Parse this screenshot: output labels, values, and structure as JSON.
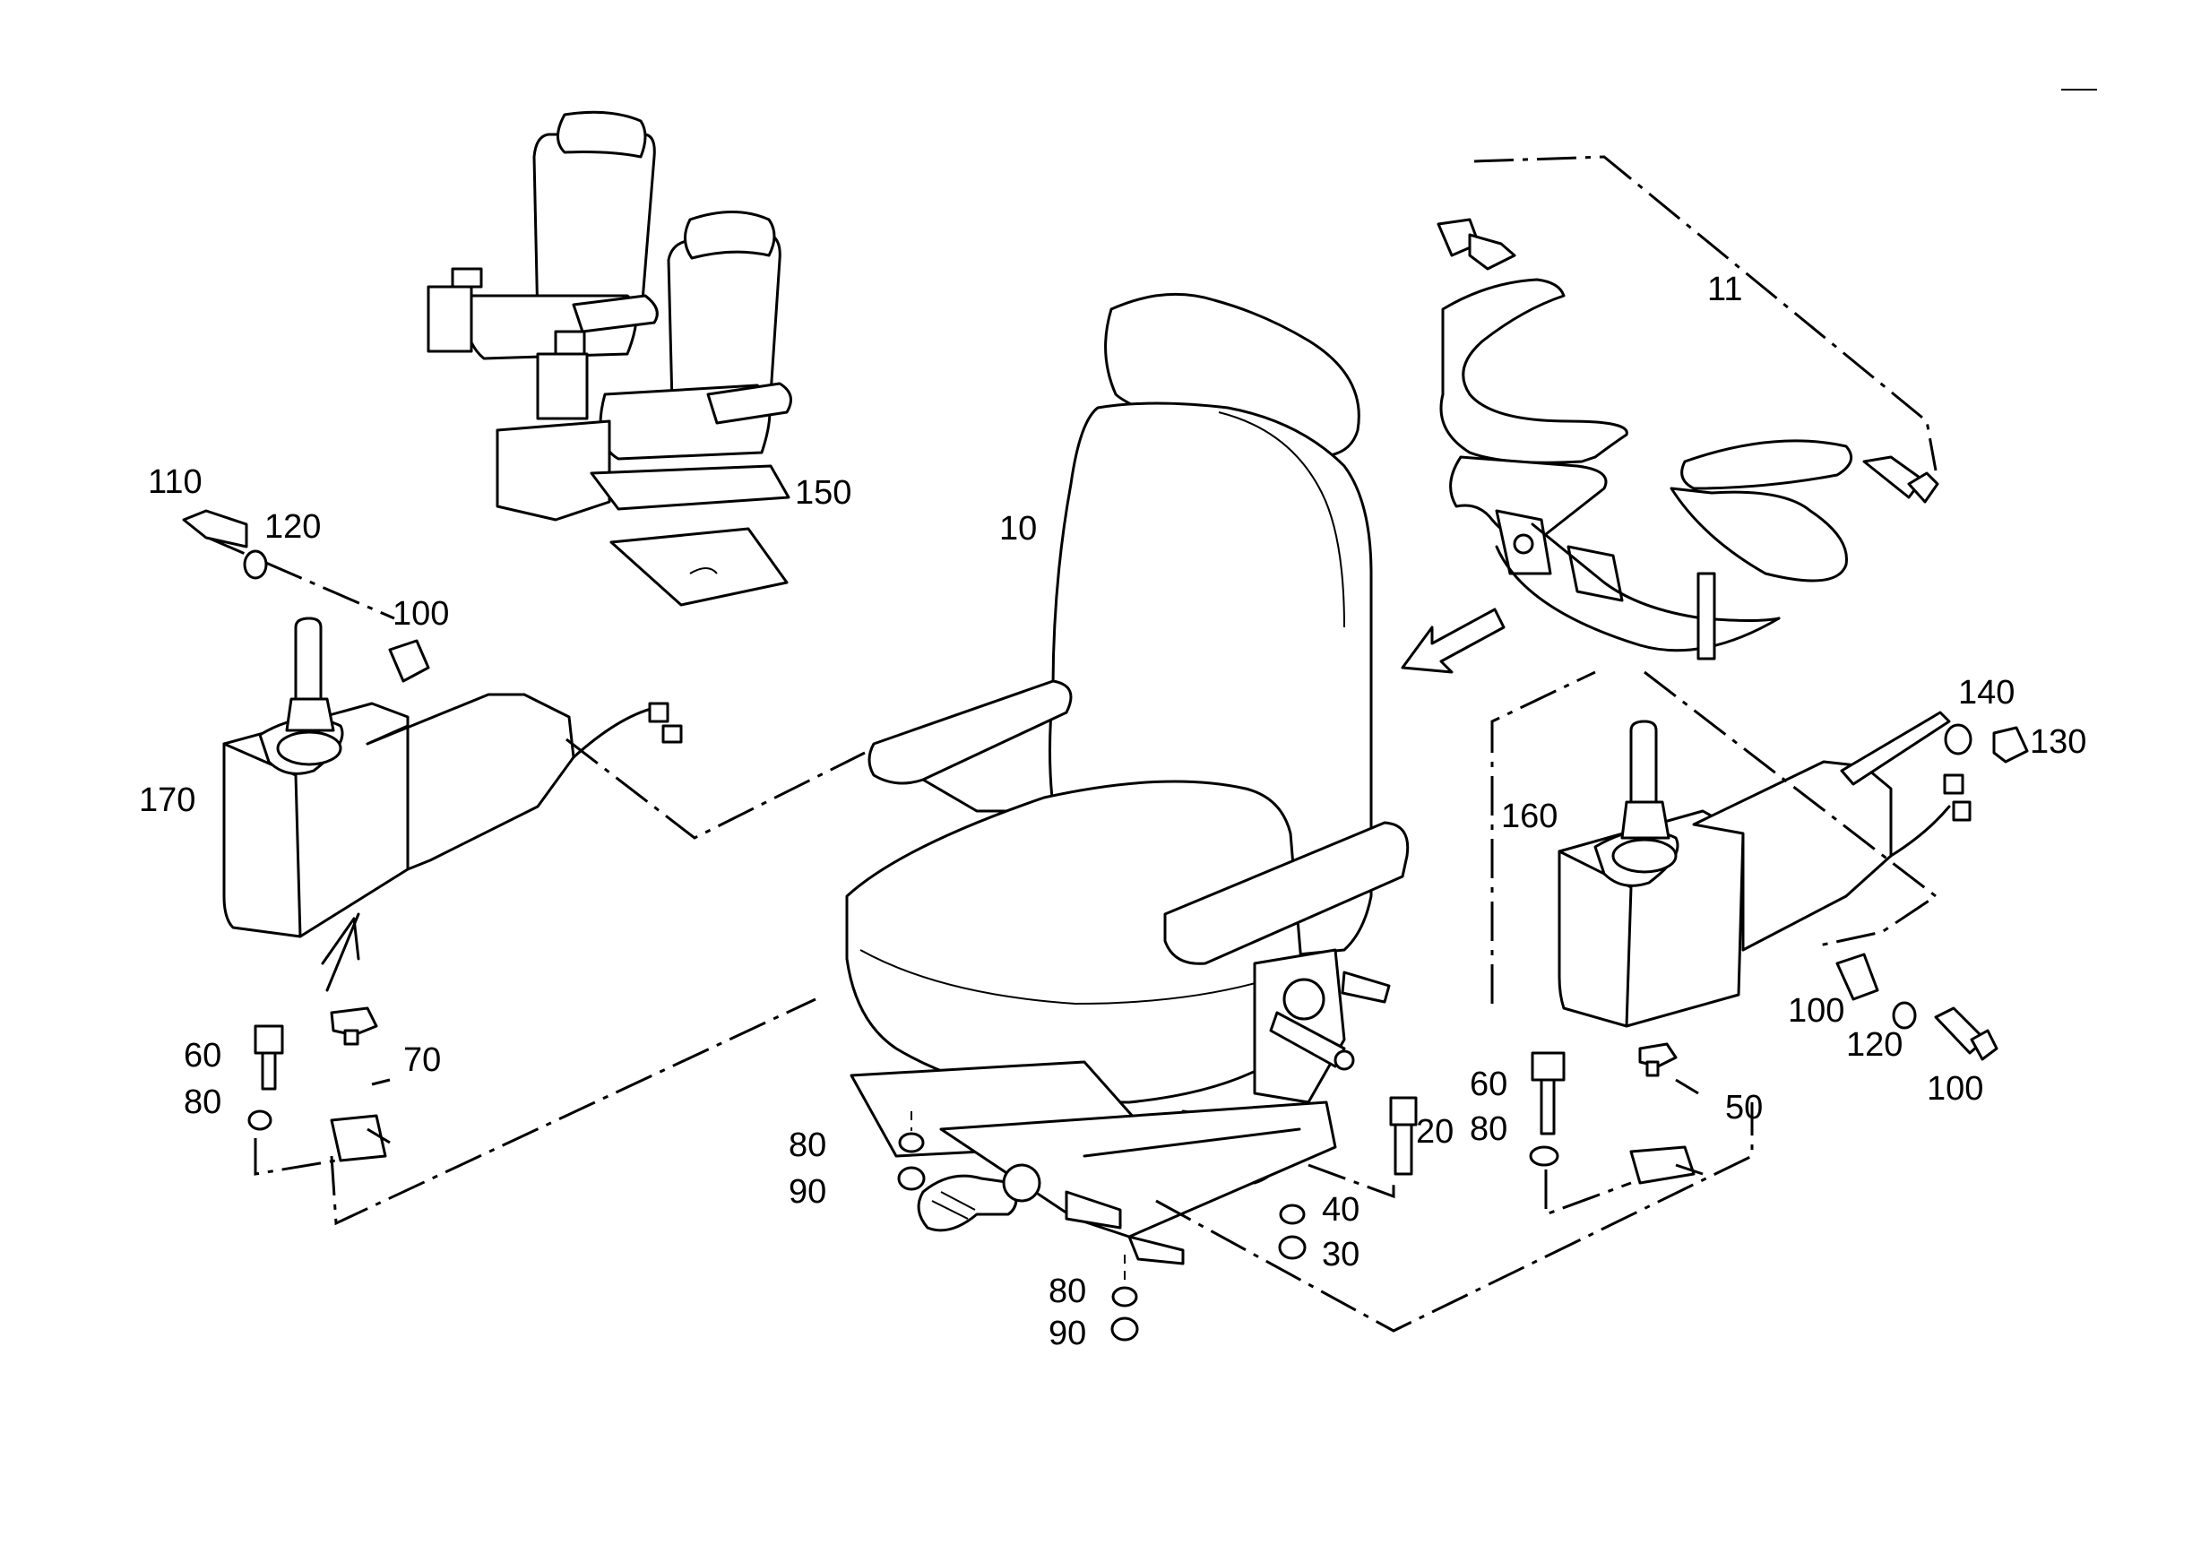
{
  "diagram": {
    "callouts": {
      "seat": "10",
      "seat_belt": "11",
      "screw_20": "20",
      "nut_30": "30",
      "washer_40": "40",
      "bracket_50": "50",
      "screw_60_left": "60",
      "screw_60_right": "60",
      "clip_70": "70",
      "washer_80_left": "80",
      "washer_80_mid": "80",
      "washer_80_lower": "80",
      "washer_80_right": "80",
      "nut_90_mid": "90",
      "nut_90_lower": "90",
      "spacer_100_left": "100",
      "spacer_100_right": "100",
      "bolt_100_right": "100",
      "bolt_110": "110",
      "washer_120_left": "120",
      "washer_120_right": "120",
      "nut_130": "130",
      "washer_140": "140",
      "assembly_150": "150",
      "console_160": "160",
      "console_170": "170"
    }
  }
}
